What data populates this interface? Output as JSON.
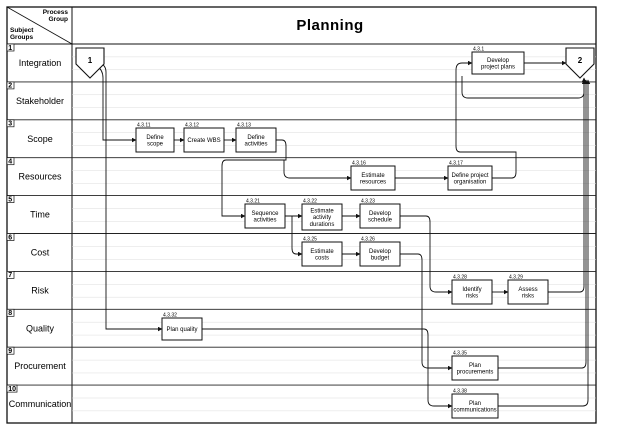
{
  "header": {
    "title": "Planning",
    "corner_top": [
      "Process",
      "Group"
    ],
    "corner_bottom": [
      "Subject",
      "Groups"
    ]
  },
  "lanes": [
    {
      "num": "1",
      "name": "Integration"
    },
    {
      "num": "2",
      "name": "Stakeholder"
    },
    {
      "num": "3",
      "name": "Scope"
    },
    {
      "num": "4",
      "name": "Resources"
    },
    {
      "num": "5",
      "name": "Time"
    },
    {
      "num": "6",
      "name": "Cost"
    },
    {
      "num": "7",
      "name": "Risk"
    },
    {
      "num": "8",
      "name": "Quality"
    },
    {
      "num": "9",
      "name": "Procurement"
    },
    {
      "num": "10",
      "name": "Communication"
    }
  ],
  "connectors": [
    {
      "key": "start",
      "label": "1"
    },
    {
      "key": "end",
      "label": "2"
    }
  ],
  "processes": [
    {
      "key": "develop_plans",
      "id": "4.3.1",
      "lines": [
        "Develop",
        "project plans"
      ]
    },
    {
      "key": "define_scope",
      "id": "4.3.11",
      "lines": [
        "Define",
        "scope"
      ]
    },
    {
      "key": "create_wbs",
      "id": "4.3.12",
      "lines": [
        "Create WBS"
      ]
    },
    {
      "key": "define_activities",
      "id": "4.3.13",
      "lines": [
        "Define",
        "activities"
      ]
    },
    {
      "key": "estimate_resources",
      "id": "4.3.16",
      "lines": [
        "Estimate",
        "resources"
      ]
    },
    {
      "key": "define_org",
      "id": "4.3.17",
      "lines": [
        "Define project",
        "organisation"
      ]
    },
    {
      "key": "sequence",
      "id": "4.3.21",
      "lines": [
        "Sequence",
        "activities"
      ]
    },
    {
      "key": "estimate_durations",
      "id": "4.3.22",
      "lines": [
        "Estimate",
        "activity",
        "durations"
      ]
    },
    {
      "key": "develop_schedule",
      "id": "4.3.23",
      "lines": [
        "Develop",
        "schedule"
      ]
    },
    {
      "key": "estimate_costs",
      "id": "4.3.25",
      "lines": [
        "Estimate",
        "costs"
      ]
    },
    {
      "key": "develop_budget",
      "id": "4.3.26",
      "lines": [
        "Develop",
        "budget"
      ]
    },
    {
      "key": "identify_risks",
      "id": "4.3.28",
      "lines": [
        "Identify",
        "risks"
      ]
    },
    {
      "key": "assess_risks",
      "id": "4.3.29",
      "lines": [
        "Assess",
        "risks"
      ]
    },
    {
      "key": "plan_quality",
      "id": "4.3.32",
      "lines": [
        "Plan quality"
      ]
    },
    {
      "key": "plan_procurements",
      "id": "4.3.35",
      "lines": [
        "Plan",
        "procurements"
      ]
    },
    {
      "key": "plan_communications",
      "id": "4.3.38",
      "lines": [
        "Plan",
        "communications"
      ]
    }
  ]
}
